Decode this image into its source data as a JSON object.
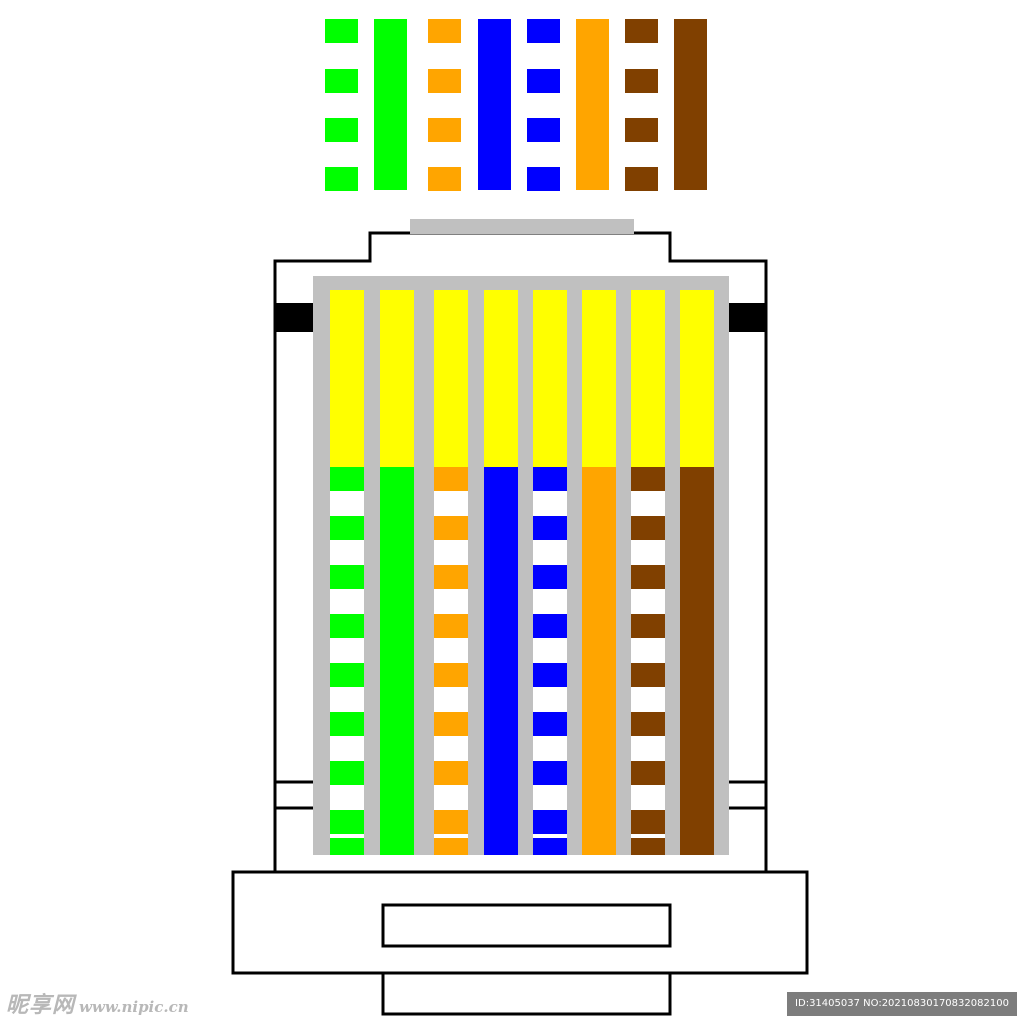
{
  "colors": {
    "white": "#ffffff",
    "green": "#00ff00",
    "orange": "#ffa500",
    "blue": "#0000ff",
    "brown": "#804000",
    "yellow": "#ffff00",
    "gray": "#c0c0c0",
    "black": "#000000"
  },
  "wire_order": [
    {
      "color": "green",
      "striped": true
    },
    {
      "color": "green",
      "striped": false
    },
    {
      "color": "orange",
      "striped": true
    },
    {
      "color": "blue",
      "striped": false
    },
    {
      "color": "blue",
      "striped": true
    },
    {
      "color": "orange",
      "striped": false
    },
    {
      "color": "brown",
      "striped": true
    },
    {
      "color": "brown",
      "striped": false
    }
  ],
  "watermark": {
    "site": "昵享网",
    "url": "www.nipic.cn",
    "id_text": "ID:31405037 NO:20210830170832082100"
  }
}
